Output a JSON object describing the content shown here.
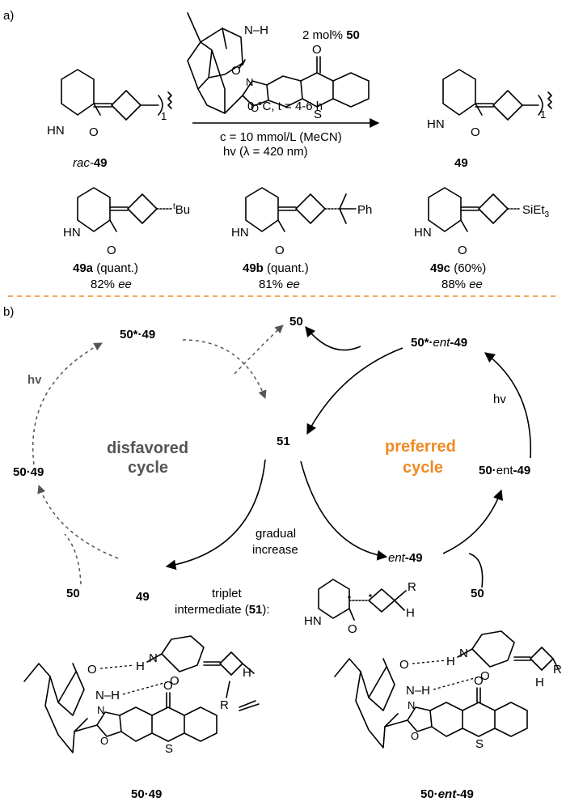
{
  "panel_a": {
    "tag": "a)",
    "catalyst_loading": "2 mol%",
    "catalyst_id": "50",
    "conditions": {
      "temp": "0 °C, t = 4-6 h",
      "conc": "c = 10 mmol/L (MeCN)",
      "light": "hv (λ   = 420 nm)"
    },
    "substrate_prefix": "rac-",
    "substrate_id": "49",
    "product_id": "49",
    "subscript_1": "1",
    "examples": [
      {
        "id": "49a",
        "yield": "(quant.)",
        "ee_value": "82%",
        "ee_unit": "ee",
        "substituent": "tBu"
      },
      {
        "id": "49b",
        "yield": "(quant.)",
        "ee_value": "81%",
        "ee_unit": "ee",
        "substituent": "Ph"
      },
      {
        "id": "49c",
        "yield": "(60%)",
        "ee_value": "88%",
        "ee_unit": "ee",
        "substituent": "SiEt3"
      }
    ]
  },
  "panel_b": {
    "tag": "b)",
    "cycle_left_line1": "disfavored",
    "cycle_left_line2": "cycle",
    "cycle_right_line1": "preferred",
    "cycle_right_line2": "cycle",
    "center_node": "51",
    "top_node": "50",
    "left_top_node": "50*·49",
    "right_top_node_a": "50*·",
    "right_top_node_b": "ent",
    "right_top_node_c": "-49",
    "left_mid_node": "50·49",
    "right_mid_node_a": "50·",
    "right_mid_node_b": "ent",
    "right_mid_node_c": "-49",
    "hv_left": "hv",
    "hv_right": "hv",
    "bottom_left_50": "50",
    "bottom_left_49": "49",
    "bottom_right_ent": "ent",
    "bottom_right_49": "-49",
    "bottom_right_50": "50",
    "gradual_line1": "gradual",
    "gradual_line2": "increase",
    "triplet_line1": "triplet",
    "triplet_line2": "intermediate (",
    "triplet_id": "51",
    "triplet_line2_end": "):",
    "complex_left_label": "50·49",
    "complex_right_a": "50·",
    "complex_right_b": "ent",
    "complex_right_c": "-49"
  },
  "colors": {
    "accent_orange": "#f08a24",
    "disfavored_gray": "#555555"
  }
}
